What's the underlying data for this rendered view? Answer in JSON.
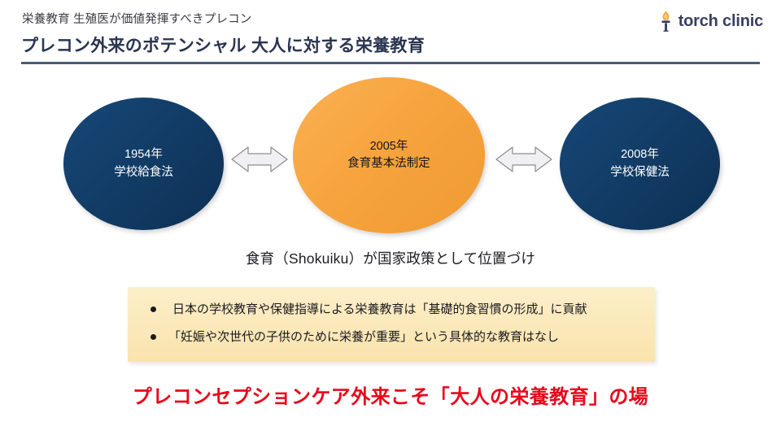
{
  "header": {
    "eyebrow": "栄養教育 生殖医が価値発揮すべきプレコン",
    "title": "プレコン外来のポテンシャル  大人に対する栄養教育",
    "rule_color": "#4a5a78"
  },
  "logo": {
    "icon": "torch-icon",
    "wordmark": "torch clinic",
    "flame_color": "#f6a33d",
    "text_color": "#3b3f63"
  },
  "timeline": {
    "nodes": [
      {
        "id": "left",
        "year": "1954年",
        "law": "学校給食法",
        "fill": "#123d67",
        "text_color": "#ffffff"
      },
      {
        "id": "center",
        "year": "2005年",
        "law": "食育基本法制定",
        "fill": "#f6a33d",
        "text_color": "#17171c"
      },
      {
        "id": "right",
        "year": "2008年",
        "law": "学校保健法",
        "fill": "#123d67",
        "text_color": "#ffffff"
      }
    ],
    "connectors": [
      {
        "id": "arrow-left",
        "icon": "double-arrow-icon"
      },
      {
        "id": "arrow-right",
        "icon": "double-arrow-icon"
      }
    ]
  },
  "caption": "食育（Shokuiku）が国家政策として位置づけ",
  "note_box": {
    "fill": "#fbeaba",
    "bullets": [
      "日本の学校教育や保健指導による栄養教育は「基礎的食習慣の形成」に貢献",
      "「妊娠や次世代の子供のために栄養が重要」という具体的な教育はなし"
    ]
  },
  "conclusion": {
    "text": "プレコンセプションケア外来こそ「大人の栄養教育」の場",
    "color": "#e8081c"
  }
}
